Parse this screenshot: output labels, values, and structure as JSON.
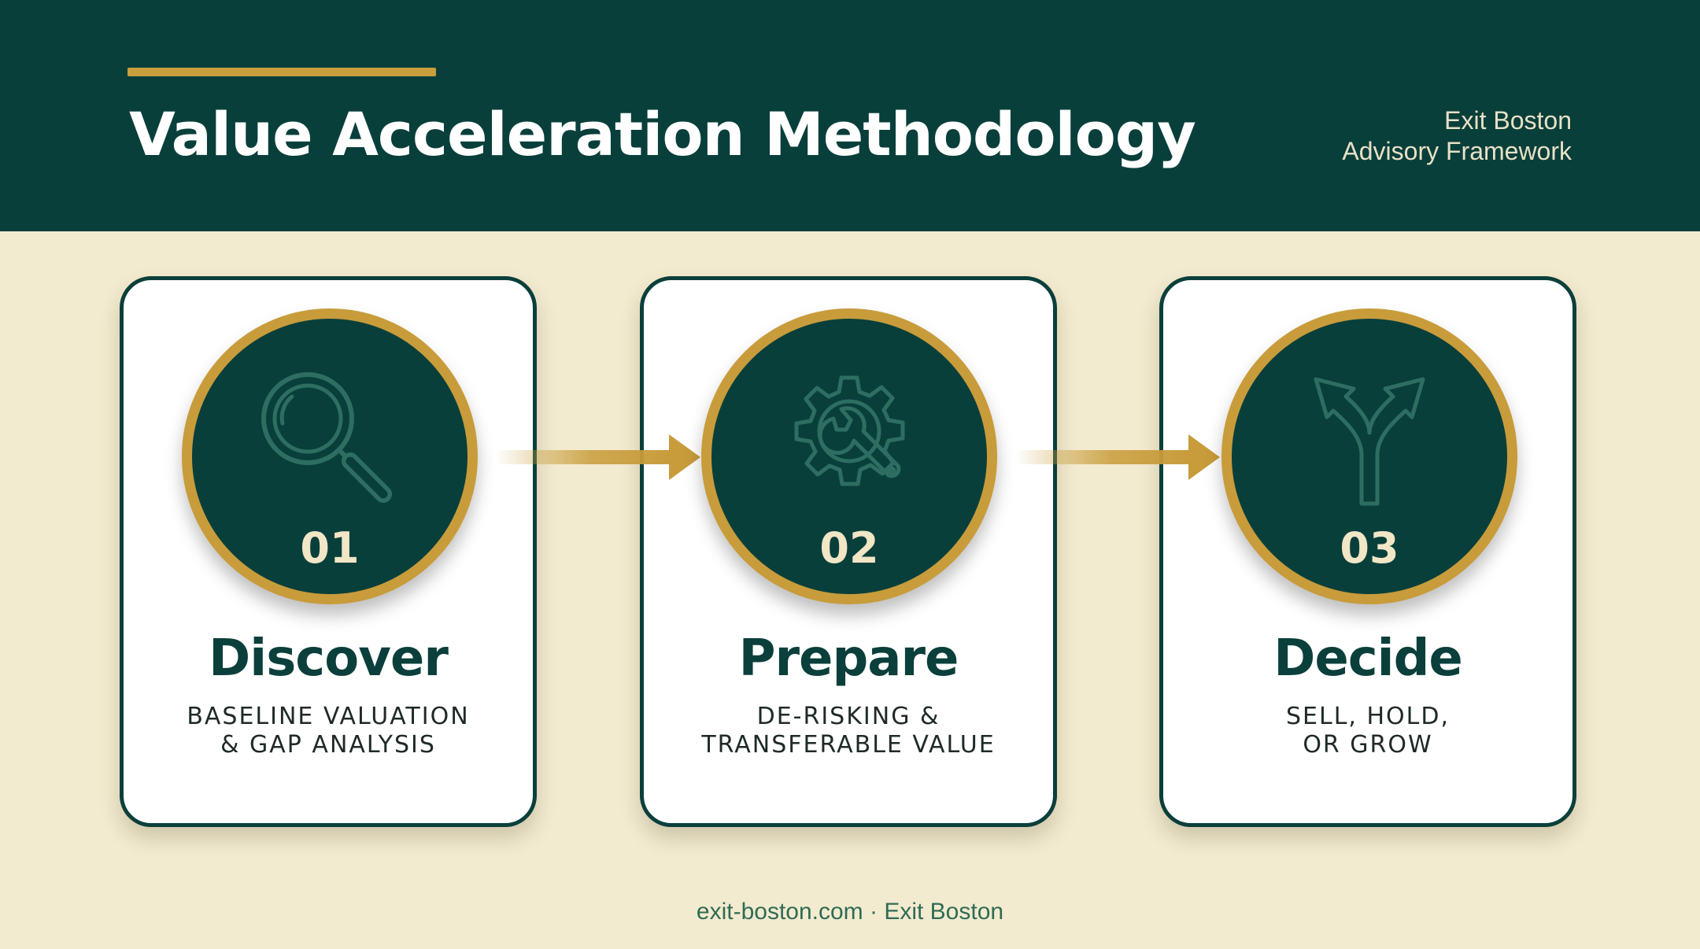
{
  "header": {
    "title": "Value Acceleration Methodology",
    "brand_line1": "Exit Boston",
    "brand_line2": "Advisory Framework"
  },
  "steps": [
    {
      "number": "01",
      "title": "Discover",
      "desc_line1": "BASELINE VALUATION",
      "desc_line2": "& GAP ANALYSIS",
      "icon": "magnifying-glass-icon"
    },
    {
      "number": "02",
      "title": "Prepare",
      "desc_line1": "DE-RISKING &",
      "desc_line2": "TRANSFERABLE VALUE",
      "icon": "gear-wrench-icon"
    },
    {
      "number": "03",
      "title": "Decide",
      "desc_line1": "SELL, HOLD,",
      "desc_line2": "OR GROW",
      "icon": "fork-arrows-icon"
    }
  ],
  "footer": "exit-boston.com · Exit Boston",
  "colors": {
    "primary": "#093f3b",
    "accent": "#c89c3b",
    "background": "#f3ebcf",
    "card": "#ffffff"
  }
}
